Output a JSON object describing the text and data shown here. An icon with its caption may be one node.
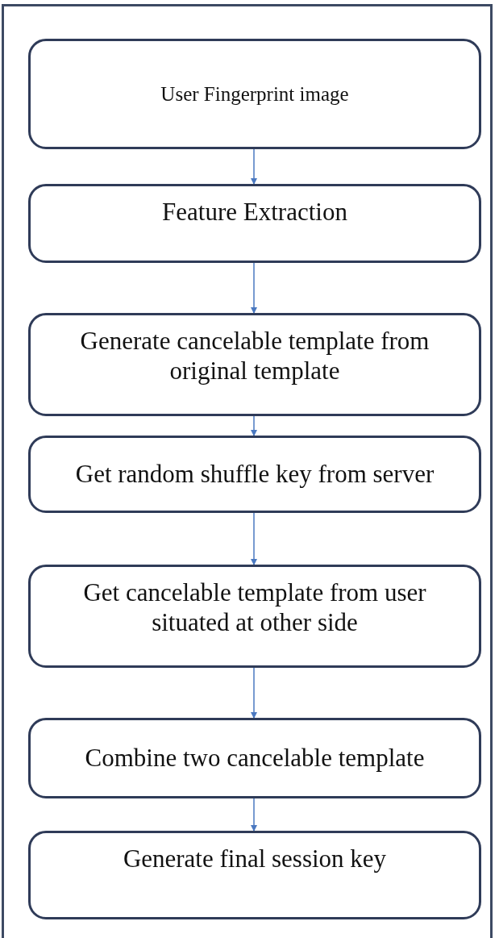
{
  "diagram": {
    "nodes": [
      {
        "text": [
          "User Fingerprint image"
        ]
      },
      {
        "text": [
          "Feature Extraction"
        ]
      },
      {
        "text": [
          "Generate cancelable template from original template"
        ]
      },
      {
        "text": [
          "Get random shuffle key from server"
        ]
      },
      {
        "text": [
          "Get cancelable template from user situated at other side"
        ]
      },
      {
        "text": [
          "Combine two cancelable template"
        ]
      },
      {
        "text": [
          "Generate final session key"
        ]
      }
    ],
    "edges": [
      {
        "from": 0,
        "to": 1,
        "arrow": "to"
      },
      {
        "from": 1,
        "to": 2,
        "arrow": "to"
      },
      {
        "from": 2,
        "to": 3,
        "arrow": "to"
      },
      {
        "from": 3,
        "to": 4,
        "arrow": "to"
      },
      {
        "from": 4,
        "to": 5,
        "arrow": "to"
      },
      {
        "from": 5,
        "to": 6,
        "arrow": "to"
      }
    ]
  }
}
